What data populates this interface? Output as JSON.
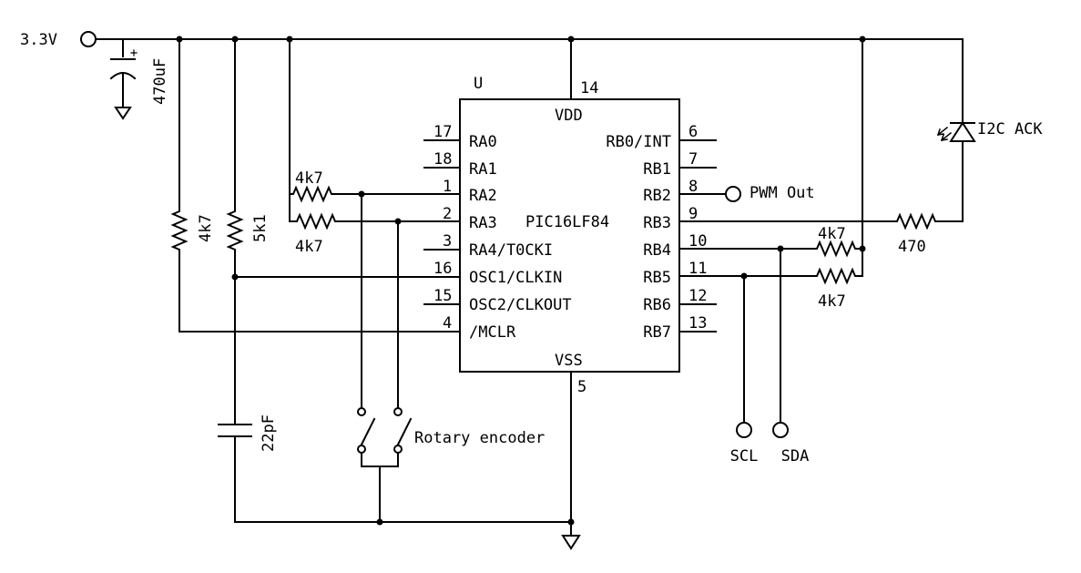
{
  "supply": {
    "label": "3.3V"
  },
  "chip": {
    "ref": "U",
    "part": "PIC16LF84",
    "vdd": {
      "name": "VDD",
      "pin": "14"
    },
    "vss": {
      "name": "VSS",
      "pin": "5"
    },
    "left_pins": [
      {
        "pin": "17",
        "name": "RA0"
      },
      {
        "pin": "18",
        "name": "RA1"
      },
      {
        "pin": "1",
        "name": "RA2"
      },
      {
        "pin": "2",
        "name": "RA3"
      },
      {
        "pin": "3",
        "name": "RA4/T0CKI"
      },
      {
        "pin": "16",
        "name": "OSC1/CLKIN"
      },
      {
        "pin": "15",
        "name": "OSC2/CLKOUT"
      },
      {
        "pin": "4",
        "name": "/MCLR"
      }
    ],
    "right_pins": [
      {
        "pin": "6",
        "name": "RB0/INT"
      },
      {
        "pin": "7",
        "name": "RB1"
      },
      {
        "pin": "8",
        "name": "RB2"
      },
      {
        "pin": "9",
        "name": "RB3"
      },
      {
        "pin": "10",
        "name": "RB4"
      },
      {
        "pin": "11",
        "name": "RB5"
      },
      {
        "pin": "12",
        "name": "RB6"
      },
      {
        "pin": "13",
        "name": "RB7"
      }
    ]
  },
  "components": {
    "c_bulk": "470uF",
    "r_mclr": "4k7",
    "r_osc": "5k1",
    "c_osc": "22pF",
    "r_ra2": "4k7",
    "r_ra3": "4k7",
    "r_rb4": "4k7",
    "r_rb5": "4k7",
    "r_led": "470",
    "led": "I2C ACK",
    "encoder": "Rotary encoder"
  },
  "connectors": {
    "pwm": "PWM Out",
    "scl": "SCL",
    "sda": "SDA"
  }
}
